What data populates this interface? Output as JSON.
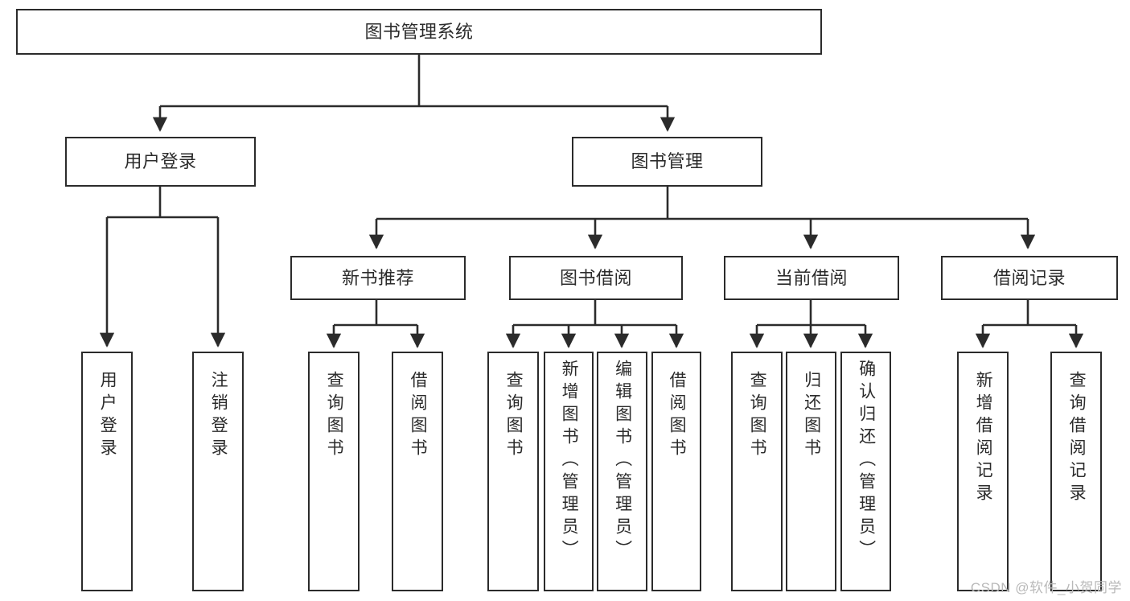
{
  "diagram": {
    "type": "tree-hierarchy-chart",
    "title": "图书管理系统",
    "watermark": "CSDN @软件_小贺同学",
    "colors": {
      "stroke": "#2b2b2b",
      "fill": "#ffffff",
      "text": "#2b2b2b",
      "watermark": "#b9b9b9"
    },
    "levels": {
      "level1": [
        {
          "id": "root",
          "label": "图书管理系统",
          "orientation": "horizontal"
        }
      ],
      "level2": [
        {
          "id": "user-login",
          "label": "用户登录",
          "orientation": "horizontal"
        },
        {
          "id": "book-manage",
          "label": "图书管理",
          "orientation": "horizontal"
        }
      ],
      "level3": [
        {
          "id": "new-book-recommend",
          "label": "新书推荐",
          "orientation": "horizontal"
        },
        {
          "id": "book-borrow",
          "label": "图书借阅",
          "orientation": "horizontal"
        },
        {
          "id": "current-borrow",
          "label": "当前借阅",
          "orientation": "horizontal"
        },
        {
          "id": "borrow-record",
          "label": "借阅记录",
          "orientation": "horizontal"
        }
      ],
      "leaves": [
        {
          "id": "leaf-user-login",
          "label": "用户登录",
          "parent": "user-login",
          "orientation": "vertical"
        },
        {
          "id": "leaf-logout",
          "label": "注销登录",
          "parent": "user-login",
          "orientation": "vertical"
        },
        {
          "id": "leaf-query-book-1",
          "label": "查询图书",
          "parent": "new-book-recommend",
          "orientation": "vertical"
        },
        {
          "id": "leaf-borrow-book-1",
          "label": "借阅图书",
          "parent": "new-book-recommend",
          "orientation": "vertical"
        },
        {
          "id": "leaf-query-book-2",
          "label": "查询图书",
          "parent": "book-borrow",
          "orientation": "vertical"
        },
        {
          "id": "leaf-add-book",
          "label": "新增图书（管理员）",
          "parent": "book-borrow",
          "orientation": "vertical"
        },
        {
          "id": "leaf-edit-book",
          "label": "编辑图书（管理员）",
          "parent": "book-borrow",
          "orientation": "vertical"
        },
        {
          "id": "leaf-borrow-book-2",
          "label": "借阅图书",
          "parent": "book-borrow",
          "orientation": "vertical"
        },
        {
          "id": "leaf-query-book-3",
          "label": "查询图书",
          "parent": "current-borrow",
          "orientation": "vertical"
        },
        {
          "id": "leaf-return-book",
          "label": "归还图书",
          "parent": "current-borrow",
          "orientation": "vertical"
        },
        {
          "id": "leaf-confirm-return",
          "label": "确认归还（管理员）",
          "parent": "current-borrow",
          "orientation": "vertical"
        },
        {
          "id": "leaf-add-record",
          "label": "新增借阅记录",
          "parent": "borrow-record",
          "orientation": "vertical"
        },
        {
          "id": "leaf-query-record",
          "label": "查询借阅记录",
          "parent": "borrow-record",
          "orientation": "vertical"
        }
      ]
    }
  }
}
